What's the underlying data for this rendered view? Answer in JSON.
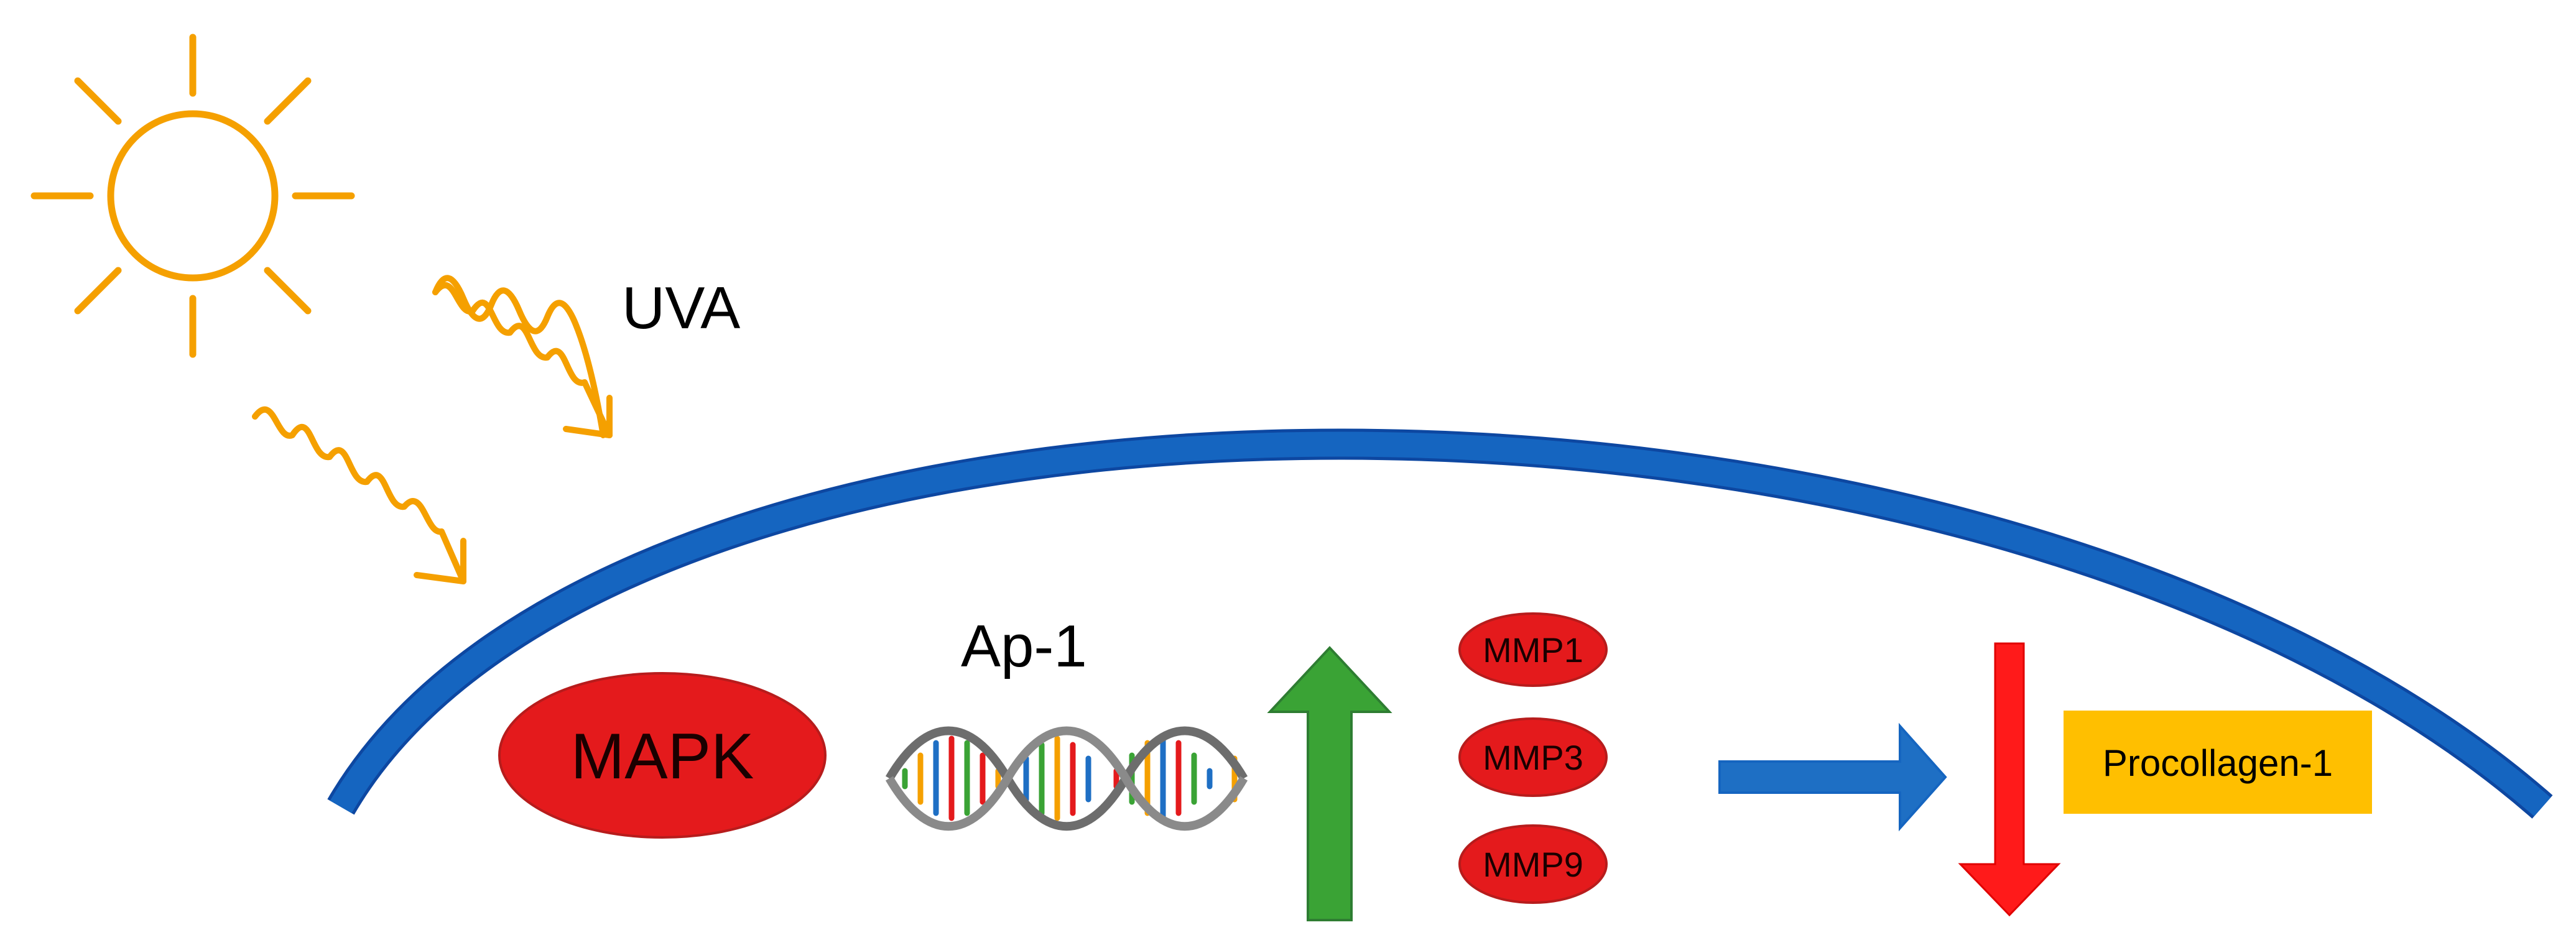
{
  "labels": {
    "radiation": "UVA",
    "transcription_factor": "Ap-1",
    "kinase": "MAPK",
    "product": "Procollagen-1"
  },
  "enzymes": [
    {
      "label": "MMP1"
    },
    {
      "label": "MMP3"
    },
    {
      "label": "MMP9"
    }
  ],
  "colors": {
    "sun": "#f5a000",
    "membrane": "#1565c0",
    "membrane_outline": "#0d47a1",
    "enzyme_fill": "#e41a1c",
    "enzyme_outline": "#b71c1c",
    "up_arrow": "#3aa335",
    "down_arrow": "#ff1a1a",
    "right_arrow": "#1e6fc4",
    "product_box": "#ffbf00"
  },
  "icons": {
    "sun": "sun-icon",
    "waves": "uv-wave-icon",
    "dna": "dna-helix-icon"
  }
}
